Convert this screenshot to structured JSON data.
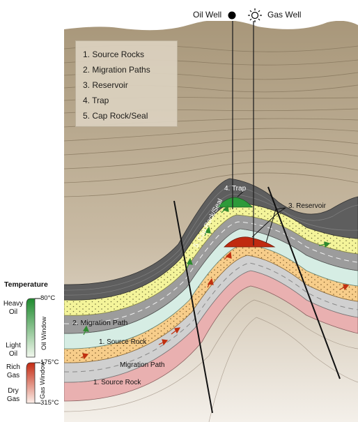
{
  "wells": {
    "oil_well_label": "Oil Well",
    "gas_well_label": "Gas Well",
    "oil_icon": "filled-circle-icon",
    "gas_icon": "sun-icon"
  },
  "legend": {
    "items": [
      "1.  Source Rocks",
      "2.  Migration Paths",
      "3.  Reservoir",
      "4.  Trap",
      "5.  Cap Rock/Seal"
    ]
  },
  "annotations": {
    "trap": "4. Trap",
    "reservoir": "3. Reservoir",
    "cap_rock": "5. Cap Rock/Seal",
    "migration_path_upper": "2. Migration Path",
    "source_rock_upper": "1. Source Rock",
    "migration_path_lower": "Migration Path",
    "source_rock_lower": "1. Source Rock"
  },
  "temperature_scale": {
    "title": "Temperature",
    "heavy_oil": "Heavy Oil",
    "light_oil": "Light Oil",
    "rich_gas": "Rich Gas",
    "dry_gas": "Dry Gas",
    "oil_window": "Oil Window",
    "gas_window": "Gas Window",
    "t80": "80°C",
    "t175": "175°C",
    "t315": "315°C"
  },
  "colors": {
    "overburden": "#b3a285",
    "cap_rock": "#5a5a5a",
    "carrier_yellow": "#f4f49a",
    "reservoir_teal": "#d6ede4",
    "source_grey": "#9c9c9c",
    "migration_orange": "#f7cd8a",
    "lower_source": "#c8c8c8",
    "pink": "#e9b0b0",
    "oil_green": "#2e9a3a",
    "gas_red": "#c02a10"
  }
}
